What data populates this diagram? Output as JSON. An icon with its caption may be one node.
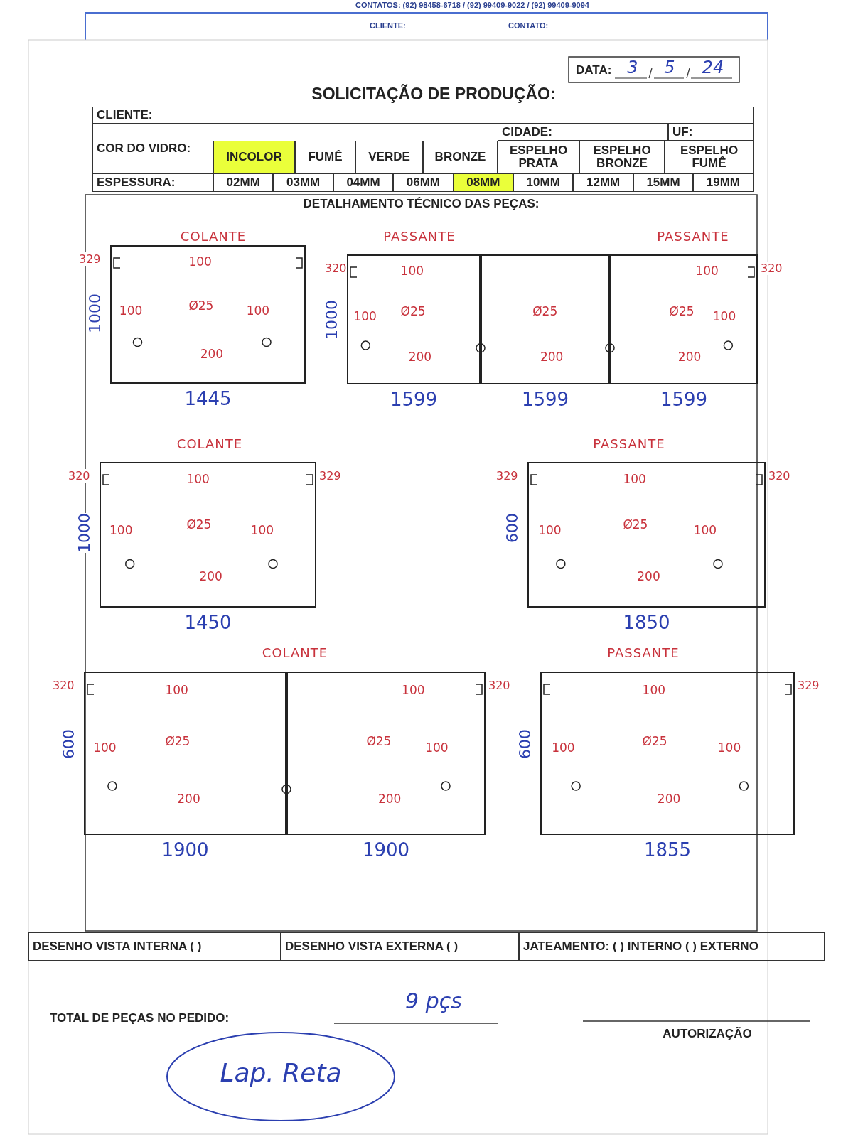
{
  "diagram": {
    "title": "SOLICITAÇÃO DE PRODUÇÃO:",
    "nodes": [
      {
        "text": [
          "100",
          "Ø25",
          "100",
          "100",
          "200"
        ],
        "beside": [
          "329",
          "1000",
          "1445"
        ]
      },
      {
        "text": [
          "100",
          "Ø25",
          "100",
          "200"
        ],
        "beside": [
          "320",
          "1000",
          "1599"
        ]
      },
      {
        "text": [
          "Ø25",
          "200"
        ],
        "beside": [
          "1599"
        ]
      },
      {
        "text": [
          "100",
          "Ø25",
          "100",
          "200"
        ],
        "beside": [
          "320",
          "1599"
        ]
      },
      {
        "text": [
          "100",
          "Ø25",
          "100",
          "100",
          "200"
        ],
        "beside": [
          "320",
          "329",
          "1000",
          "1450"
        ]
      },
      {
        "text": [
          "100",
          "Ø25",
          "100",
          "100",
          "200"
        ],
        "beside": [
          "329",
          "320",
          "600",
          "1850"
        ]
      },
      {
        "text": [
          "100",
          "Ø25",
          "100",
          "200"
        ],
        "beside": [
          "320",
          "600",
          "1900"
        ]
      },
      {
        "text": [
          "100",
          "Ø25",
          "100",
          "200"
        ],
        "beside": [
          "320",
          "1900"
        ]
      },
      {
        "text": [
          "100",
          "Ø25",
          "100",
          "100",
          "200"
        ],
        "beside": [
          "329",
          "600",
          "1855"
        ]
      }
    ],
    "edges": [],
    "labels": [
      "CONTATOS: (92) 98458-6718 / (92) 99409-9022 / (92) 99409-9094",
      "CLIENTE:",
      "CONTATO:",
      "DATA:",
      "3",
      "5",
      "24",
      "CLIENTE:",
      "CIDADE:",
      "UF:",
      "COR DO VIDRO:",
      "INCOLOR",
      "FUMÊ",
      "VERDE",
      "BRONZE",
      "ESPELHO PRATA",
      "ESPELHO BRONZE",
      "ESPELHO FUMÊ",
      "ESPESSURA:",
      "02MM",
      "03MM",
      "04MM",
      "06MM",
      "08MM",
      "10MM",
      "12MM",
      "15MM",
      "19MM",
      "DETALHAMENTO TÉCNICO DAS PEÇAS:",
      "COLANTE",
      "PASSANTE",
      "PASSANTE",
      "COLANTE",
      "PASSANTE",
      "COLANTE",
      "PASSANTE",
      "DESENHO VISTA INTERNA ( )",
      "DESENHO VISTA EXTERNA ( )",
      "JATEAMENTO: ( ) INTERNO ( ) EXTERNO",
      "TOTAL DE PEÇAS NO PEDIDO:",
      "9 pçs",
      "Lap. Reta",
      "AUTORIZAÇÃO"
    ]
  }
}
